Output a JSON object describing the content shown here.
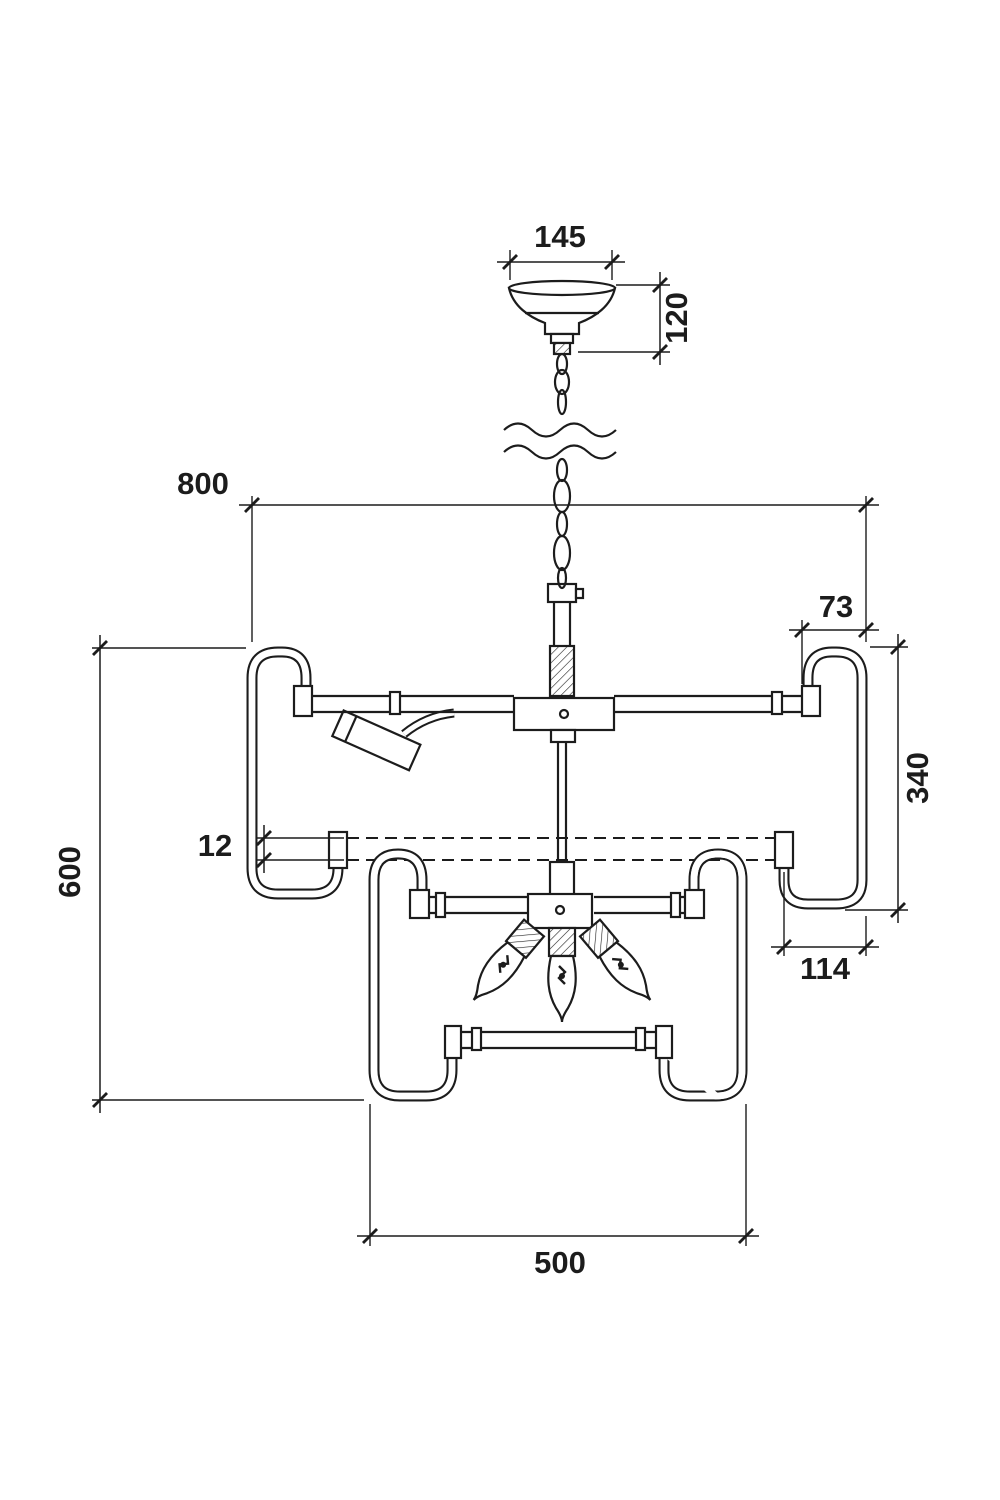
{
  "colors": {
    "line": "#1c1c1c",
    "background": "#ffffff"
  },
  "dimensions": {
    "canopy_width": "145",
    "canopy_height": "120",
    "upper_arm_span": "800",
    "arm_return_width": "73",
    "tier_drop": "340",
    "tube_diameter": "12",
    "body_height": "600",
    "lower_return_width": "114",
    "lower_arm_span": "500"
  }
}
